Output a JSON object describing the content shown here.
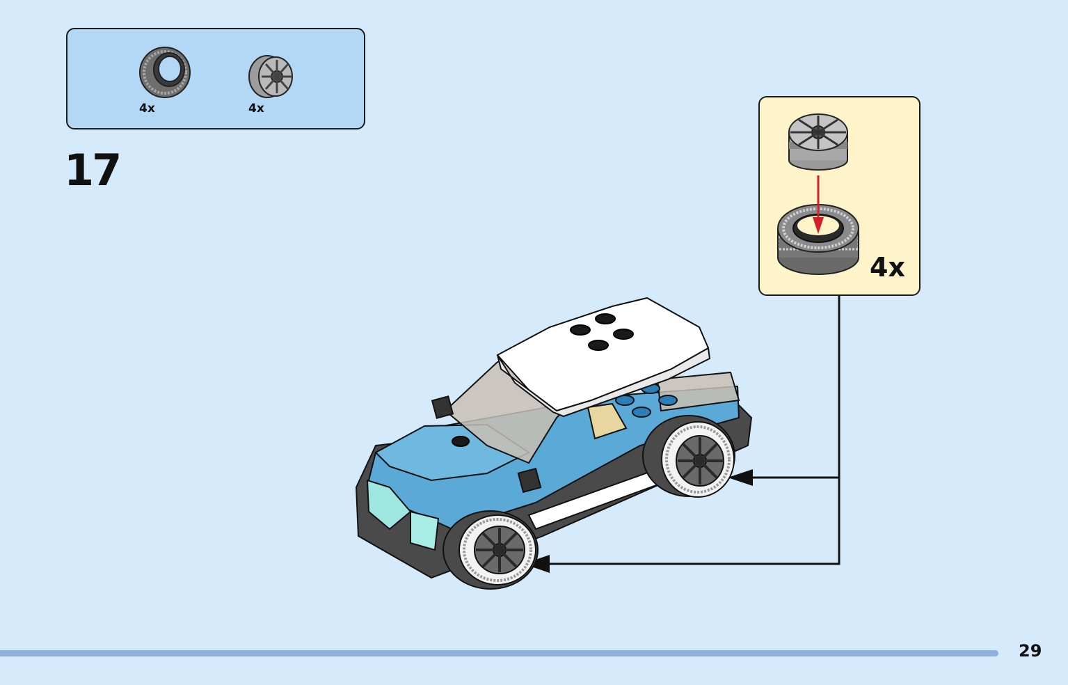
{
  "parts_list": {
    "items": [
      {
        "name": "tire-icon",
        "qty": "4x"
      },
      {
        "name": "wheel-rim-icon",
        "qty": "4x"
      }
    ]
  },
  "step": {
    "number": "17"
  },
  "callout": {
    "qty": "4x"
  },
  "page": {
    "number": "29"
  },
  "colors": {
    "background": "#d5eafa",
    "parts_box": "#b3d8f5",
    "callout_box": "#fff3c9",
    "car_body": "#5aa9d6",
    "progress_bar": "#8fb0de",
    "arrow_red": "#d41f26"
  }
}
